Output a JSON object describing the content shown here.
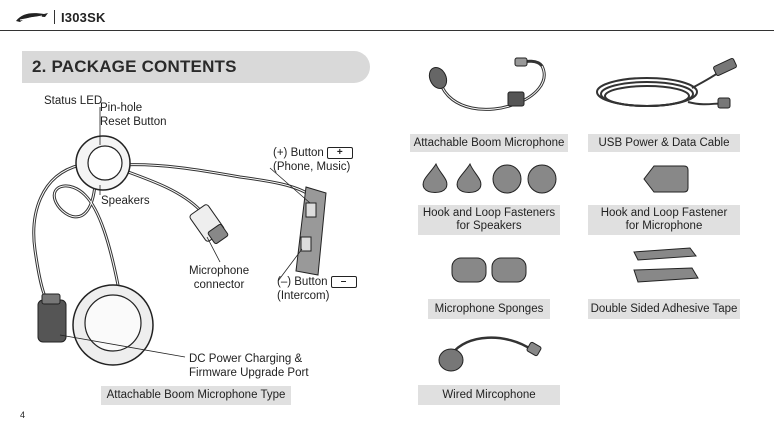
{
  "header": {
    "model": "I303SK",
    "logo": "kappa-logo"
  },
  "section": {
    "title": "2. PACKAGE CONTENTS"
  },
  "main_diagram": {
    "labels": {
      "status_led": "Status LED",
      "pinhole_line1": "Pin-hole",
      "pinhole_line2": "Reset Button",
      "speakers": "Speakers",
      "plus_button_line1": "(+) Button",
      "plus_button_line2": "(Phone, Music)",
      "plus_symbol": "+",
      "mic_connector_line1": "Microphone",
      "mic_connector_line2": "connector",
      "minus_button_line1": "(–) Button",
      "minus_button_line2": "(Intercom)",
      "minus_symbol": "–",
      "dc_port_line1": "DC Power Charging &",
      "dc_port_line2": "Firmware Upgrade Port"
    },
    "caption": "Attachable Boom Microphone Type"
  },
  "items": {
    "boom_mic": "Attachable Boom Microphone",
    "usb_cable": "USB Power & Data Cable",
    "hook_speakers_line1": "Hook and Loop Fasteners",
    "hook_speakers_line2": "for Speakers",
    "hook_mic_line1": "Hook and Loop Fastener",
    "hook_mic_line2": "for Microphone",
    "mic_sponges": "Microphone Sponges",
    "adhesive_tape": "Double Sided Adhesive Tape",
    "wired_mic": "Wired Mircophone"
  },
  "footer": {
    "page_number": "4"
  }
}
